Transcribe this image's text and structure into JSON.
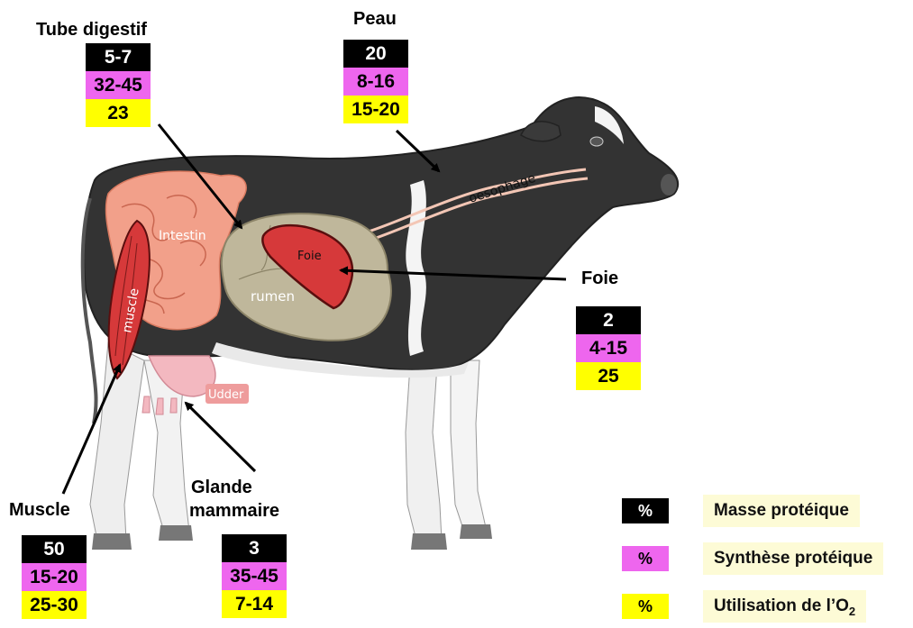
{
  "organs": {
    "tube_digestif": {
      "title": "Tube digestif",
      "values": [
        "5-7",
        "32-45",
        "23"
      ]
    },
    "peau": {
      "title": "Peau",
      "values": [
        "20",
        "8-16",
        "15-20"
      ]
    },
    "foie": {
      "title": "Foie",
      "values": [
        "2",
        "4-15",
        "25"
      ]
    },
    "muscle": {
      "title": "Muscle",
      "values": [
        "50",
        "15-20",
        "25-30"
      ]
    },
    "glande": {
      "title_line1": "Glande",
      "title_line2": "mammaire",
      "values": [
        "3",
        "35-45",
        "7-14"
      ]
    }
  },
  "diagram_labels": {
    "oesophage": "oesophage",
    "intestin": "Intestin",
    "foie": "Foie",
    "rumen": "rumen",
    "muscle": "muscle",
    "udder": "Udder"
  },
  "legend": [
    {
      "swatch": "%",
      "label": "Masse protéique",
      "color": "#000000"
    },
    {
      "swatch": "%",
      "label": "Synthèse protéique",
      "color": "#ee66ee"
    },
    {
      "swatch": "%",
      "label": "Utilisation de l’O",
      "subscript": "2",
      "color": "#ffff00"
    }
  ],
  "colors": {
    "mass": "#000000",
    "synthesis": "#ee66ee",
    "oxygen": "#ffff00"
  }
}
